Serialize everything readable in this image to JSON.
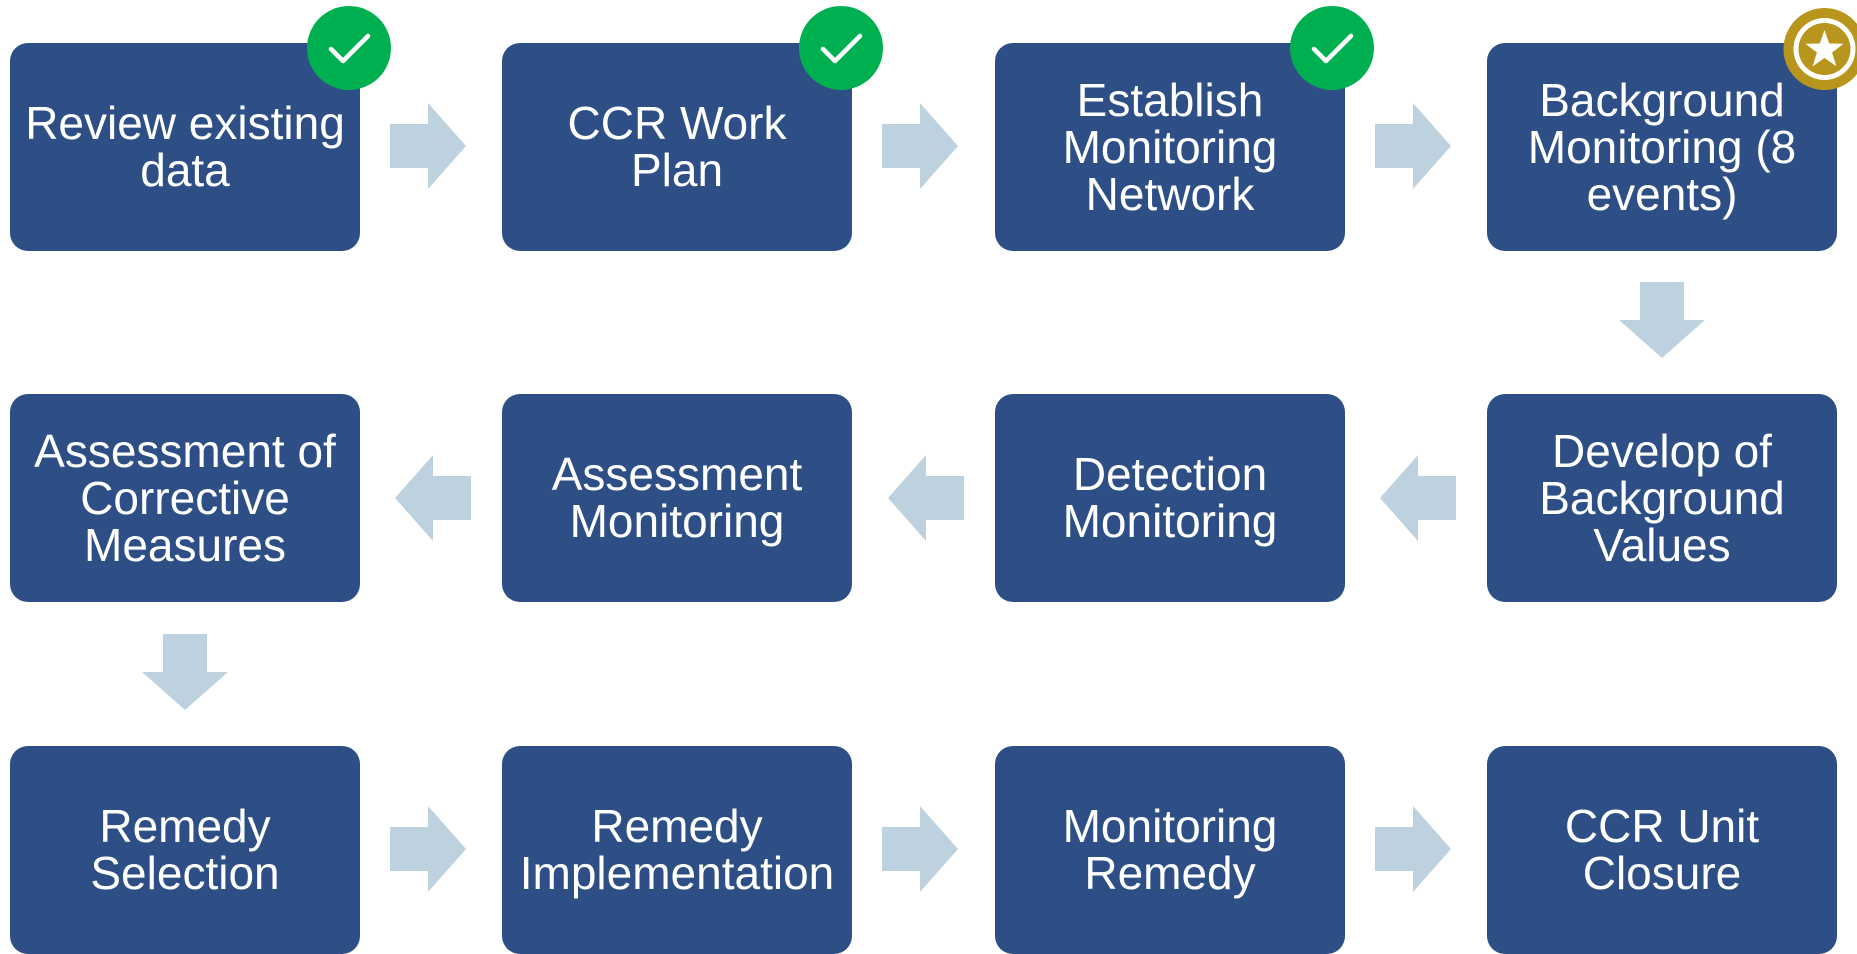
{
  "colors": {
    "box_fill": "#2d4f86",
    "box_text": "#ffffff",
    "arrow_fill": "#bdd1df",
    "done_badge": "#00b050",
    "current_badge": "#b8961e"
  },
  "steps": [
    {
      "label": "Review existing data",
      "status": "done",
      "badge_icon": "check-icon"
    },
    {
      "label": "CCR Work Plan",
      "status": "done",
      "badge_icon": "check-icon"
    },
    {
      "label": "Establish Monitoring Network",
      "status": "done",
      "badge_icon": "check-icon"
    },
    {
      "label": "Background Monitoring (8 events)",
      "status": "current",
      "badge_icon": "star-medal-icon"
    },
    {
      "label": "Develop of Background Values",
      "status": "pending"
    },
    {
      "label": "Detection Monitoring",
      "status": "pending"
    },
    {
      "label": "Assessment Monitoring",
      "status": "pending"
    },
    {
      "label": "Assessment of Corrective Measures",
      "status": "pending"
    },
    {
      "label": "Remedy Selection",
      "status": "pending"
    },
    {
      "label": "Remedy Implementation",
      "status": "pending"
    },
    {
      "label": "Monitoring Remedy",
      "status": "pending"
    },
    {
      "label": "CCR Unit Closure",
      "status": "pending"
    }
  ],
  "connectors": [
    {
      "from": 1,
      "to": 2,
      "direction": "right"
    },
    {
      "from": 2,
      "to": 3,
      "direction": "right"
    },
    {
      "from": 3,
      "to": 4,
      "direction": "right"
    },
    {
      "from": 4,
      "to": 5,
      "direction": "down"
    },
    {
      "from": 5,
      "to": 6,
      "direction": "left"
    },
    {
      "from": 6,
      "to": 7,
      "direction": "left"
    },
    {
      "from": 7,
      "to": 8,
      "direction": "left"
    },
    {
      "from": 8,
      "to": 9,
      "direction": "down"
    },
    {
      "from": 9,
      "to": 10,
      "direction": "right"
    },
    {
      "from": 10,
      "to": 11,
      "direction": "right"
    },
    {
      "from": 11,
      "to": 12,
      "direction": "right"
    }
  ]
}
